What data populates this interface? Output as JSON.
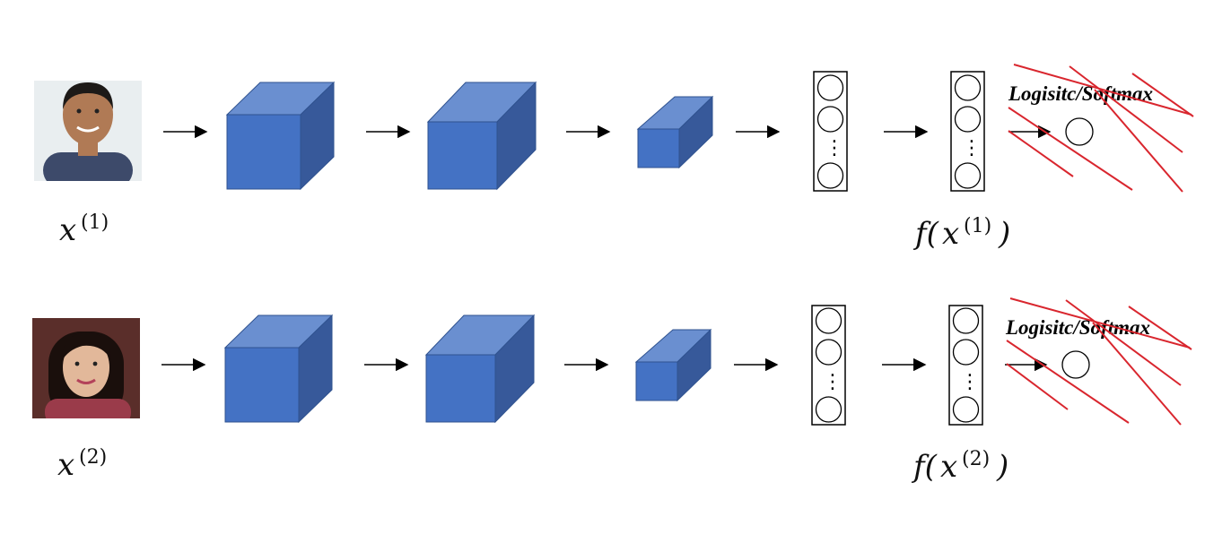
{
  "rows": [
    {
      "input_label": {
        "base": "x",
        "sup": "(1)"
      },
      "photo": {
        "desc_icon": "face-photo-man",
        "bg": "#e9eef0",
        "skin": "#b07a55",
        "hair": "#1d1a18",
        "shirt": "#3d4a6a"
      },
      "output_label": {
        "fn": "f(",
        "base": "x",
        "sup": "(1)",
        "close": ")"
      },
      "classifier_label": "Logisitc/Softmax"
    },
    {
      "input_label": {
        "base": "x",
        "sup": "(2)"
      },
      "photo": {
        "desc_icon": "face-photo-woman",
        "bg": "#5a2e2a",
        "skin": "#e2b89a",
        "hair": "#1a0f0c",
        "shirt": "#9a3b4a"
      },
      "output_label": {
        "fn": "f(",
        "base": "x",
        "sup": "(2)",
        "close": ")"
      },
      "classifier_label": "Logisitc/Softmax"
    }
  ],
  "colors": {
    "cube_front": "#4472c4",
    "cube_top": "#6a8fd0",
    "cube_side": "#37599a",
    "cube_edge": "#2f528f",
    "strike": "#d9262e"
  },
  "vector_dots": "⋮"
}
